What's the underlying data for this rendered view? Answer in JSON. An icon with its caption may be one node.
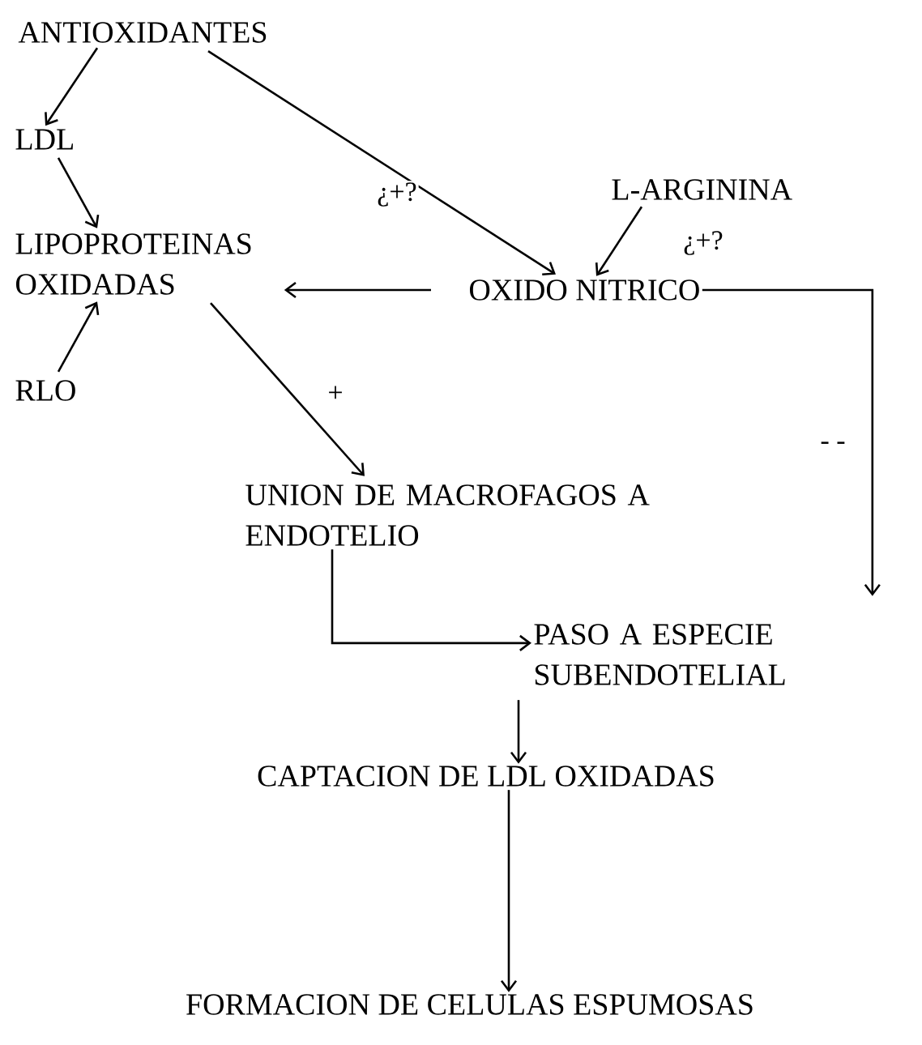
{
  "diagram": {
    "nodes": [
      {
        "text": [
          "ANTIOXIDANTES"
        ]
      },
      {
        "text": [
          "LDL"
        ]
      },
      {
        "text": [
          "LIPOPROTEINAS OXIDADAS"
        ]
      },
      {
        "text": [
          "RLO"
        ]
      },
      {
        "text": [
          "L-ARGININA"
        ]
      },
      {
        "text": [
          "OXIDO NITRICO"
        ]
      },
      {
        "text": [
          "UNION DE MACROFAGOS A ENDOTELIO"
        ]
      },
      {
        "text": [
          "PASO A ESPECIE SUBENDOTELIAL"
        ]
      },
      {
        "text": [
          "CAPTACION DE LDL OXIDADAS"
        ]
      },
      {
        "text": [
          "FORMACION DE CELULAS ESPUMOSAS"
        ]
      }
    ],
    "edges": [
      {
        "from": 0,
        "to": 1,
        "arrow": "to"
      },
      {
        "from": 0,
        "to": 5,
        "arrow": "to",
        "label": "¿+?"
      },
      {
        "from": 1,
        "to": 2,
        "arrow": "to"
      },
      {
        "from": 3,
        "to": 2,
        "arrow": "to"
      },
      {
        "from": 4,
        "to": 5,
        "arrow": "to",
        "label": "¿+?"
      },
      {
        "from": 5,
        "to": 2,
        "arrow": "to"
      },
      {
        "from": 2,
        "to": 6,
        "arrow": "to",
        "label": "+"
      },
      {
        "from": 6,
        "to": 7,
        "arrow": "to"
      },
      {
        "from": 5,
        "to": 7,
        "arrow": "to",
        "label": "- -"
      },
      {
        "from": 7,
        "to": 8,
        "arrow": "to"
      },
      {
        "from": 8,
        "to": 9,
        "arrow": "to"
      }
    ]
  }
}
